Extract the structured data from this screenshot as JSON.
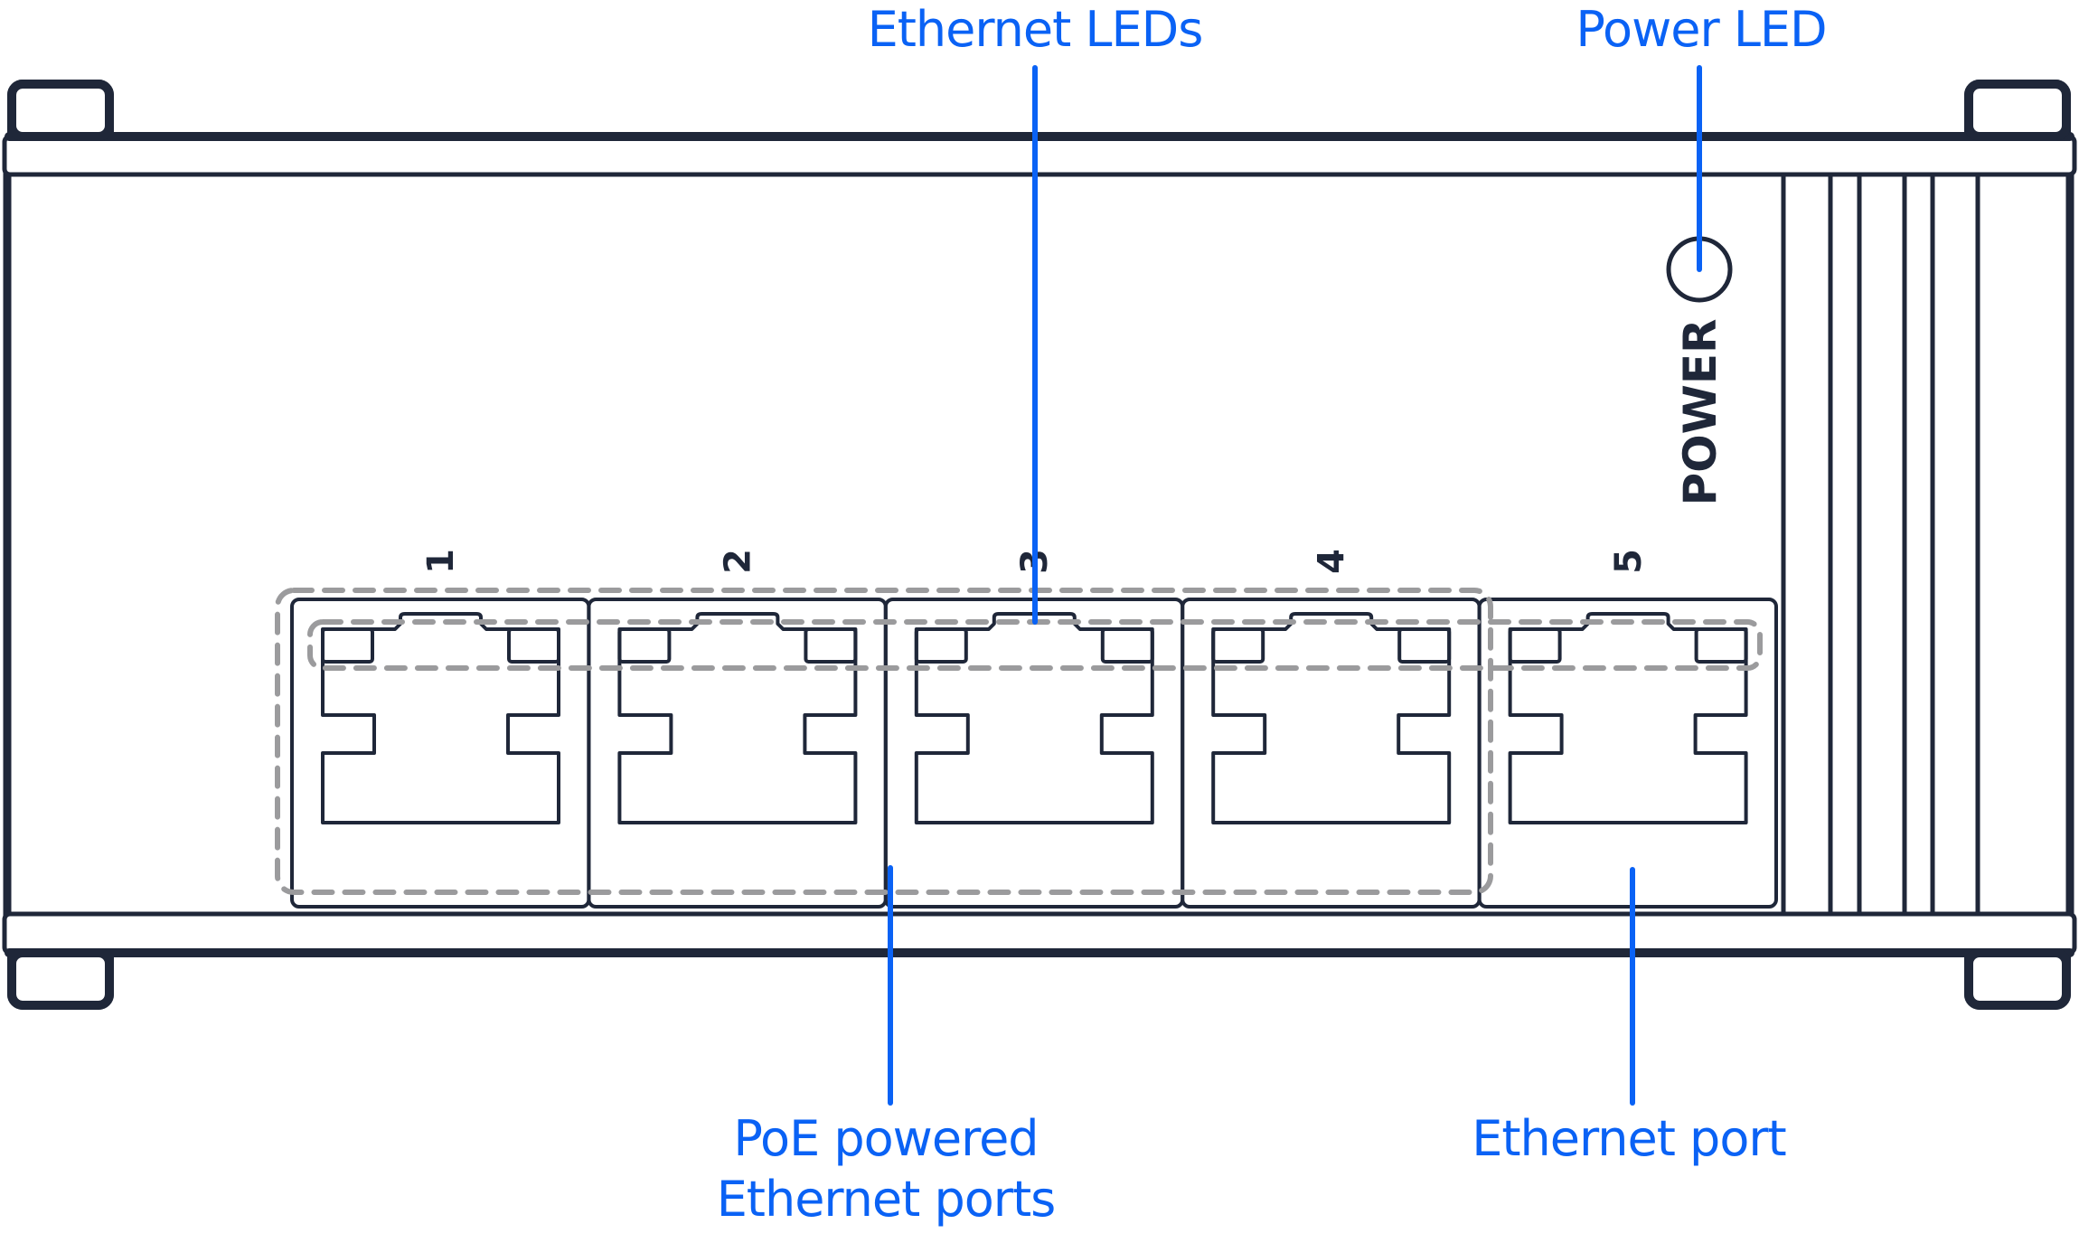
{
  "diagram": {
    "title": "Device front panel",
    "device_label": "POWER",
    "ports": [
      {
        "number": "1",
        "poe": true
      },
      {
        "number": "2",
        "poe": true
      },
      {
        "number": "3",
        "poe": true
      },
      {
        "number": "4",
        "poe": true
      },
      {
        "number": "5",
        "poe": false
      }
    ],
    "callouts": {
      "ethernet_leds": "Ethernet LEDs",
      "power_led": "Power LED",
      "poe_ports_line1": "PoE powered",
      "poe_ports_line2": "Ethernet ports",
      "ethernet_port": "Ethernet port"
    },
    "colors": {
      "outline": "#1f2739",
      "callout": "#0a62f5",
      "group_dash": "#9b9b9d"
    }
  }
}
